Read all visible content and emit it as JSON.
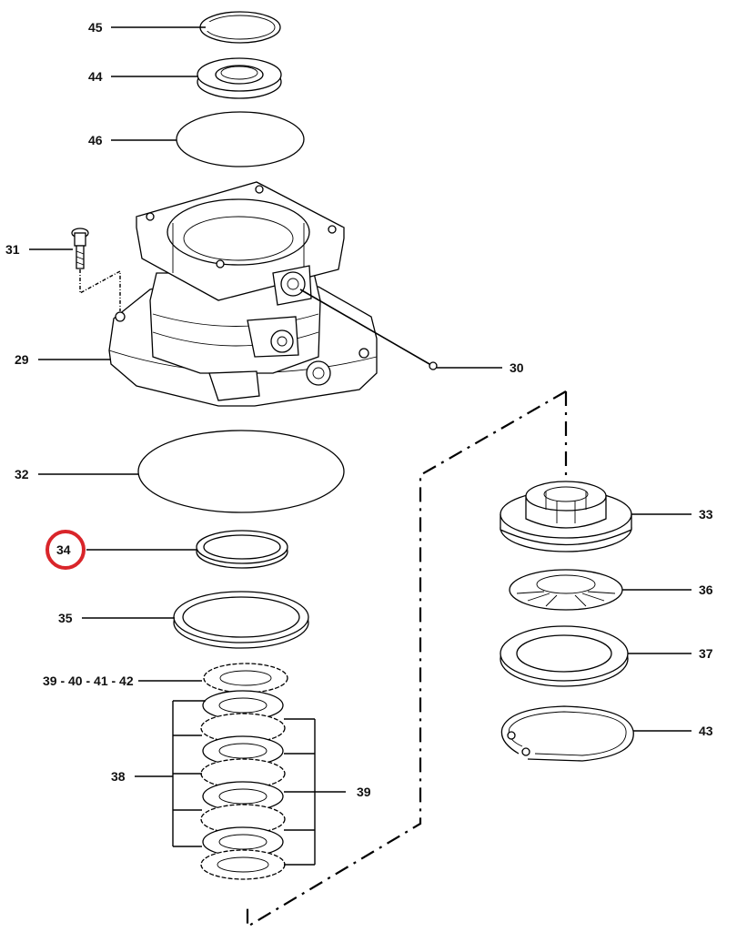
{
  "diagram": {
    "highlight_color": "#d9252a",
    "line_color": "#000000",
    "background": "#ffffff",
    "callouts": {
      "c45": "45",
      "c44": "44",
      "c46": "46",
      "c31": "31",
      "c29": "29",
      "c30": "30",
      "c32": "32",
      "c34": "34",
      "c35": "35",
      "c39_42": "39 - 40 - 41 - 42",
      "c38": "38",
      "c39": "39",
      "c33": "33",
      "c36": "36",
      "c37": "37",
      "c43": "43"
    },
    "highlighted_callout": "34"
  }
}
